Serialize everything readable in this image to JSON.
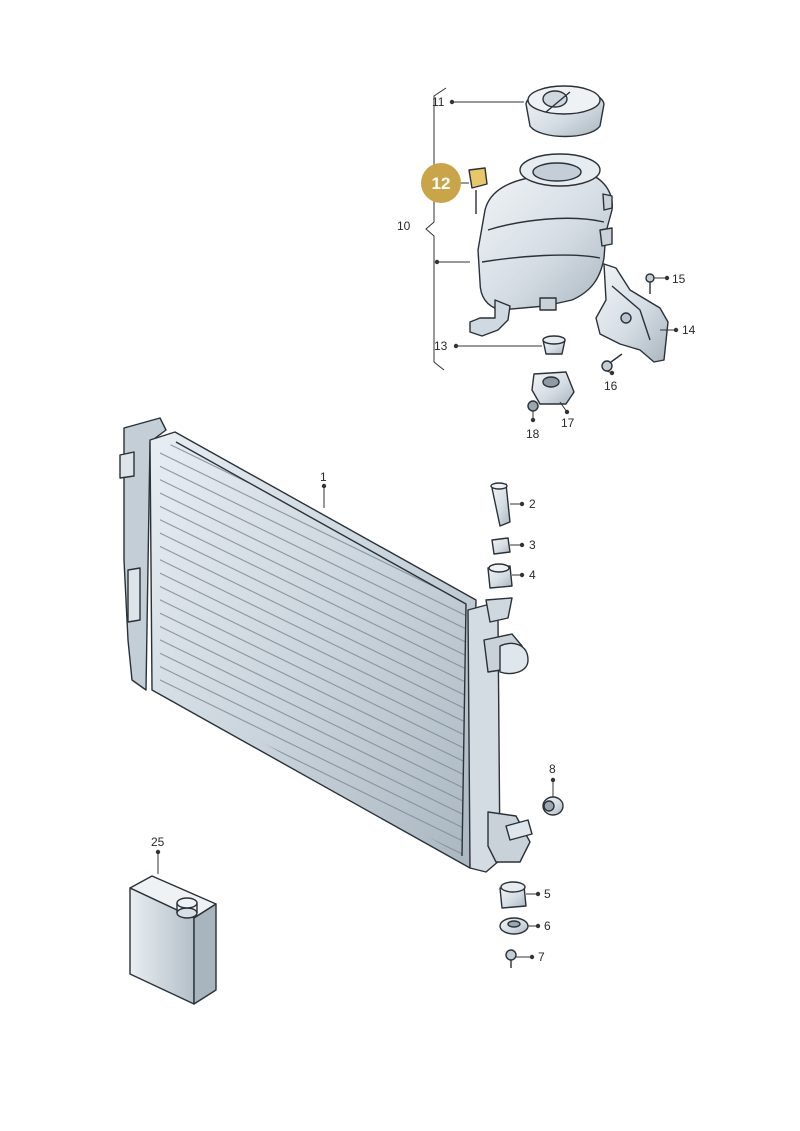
{
  "colors": {
    "part_fill": "#dfe6ec",
    "part_shade": "#b7c2cb",
    "part_dark": "#8e9aa4",
    "outline": "#2b3138",
    "highlight_badge": "#c9a449",
    "highlight_part": "#e8c768"
  },
  "highlighted_label": "12",
  "callouts": {
    "p1": "1",
    "p2": "2",
    "p3": "3",
    "p4": "4",
    "p5": "5",
    "p6": "6",
    "p7": "7",
    "p8": "8",
    "p10": "10",
    "p11": "11",
    "p13": "13",
    "p14": "14",
    "p15": "15",
    "p16": "16",
    "p17": "17",
    "p18": "18",
    "p25": "25"
  }
}
